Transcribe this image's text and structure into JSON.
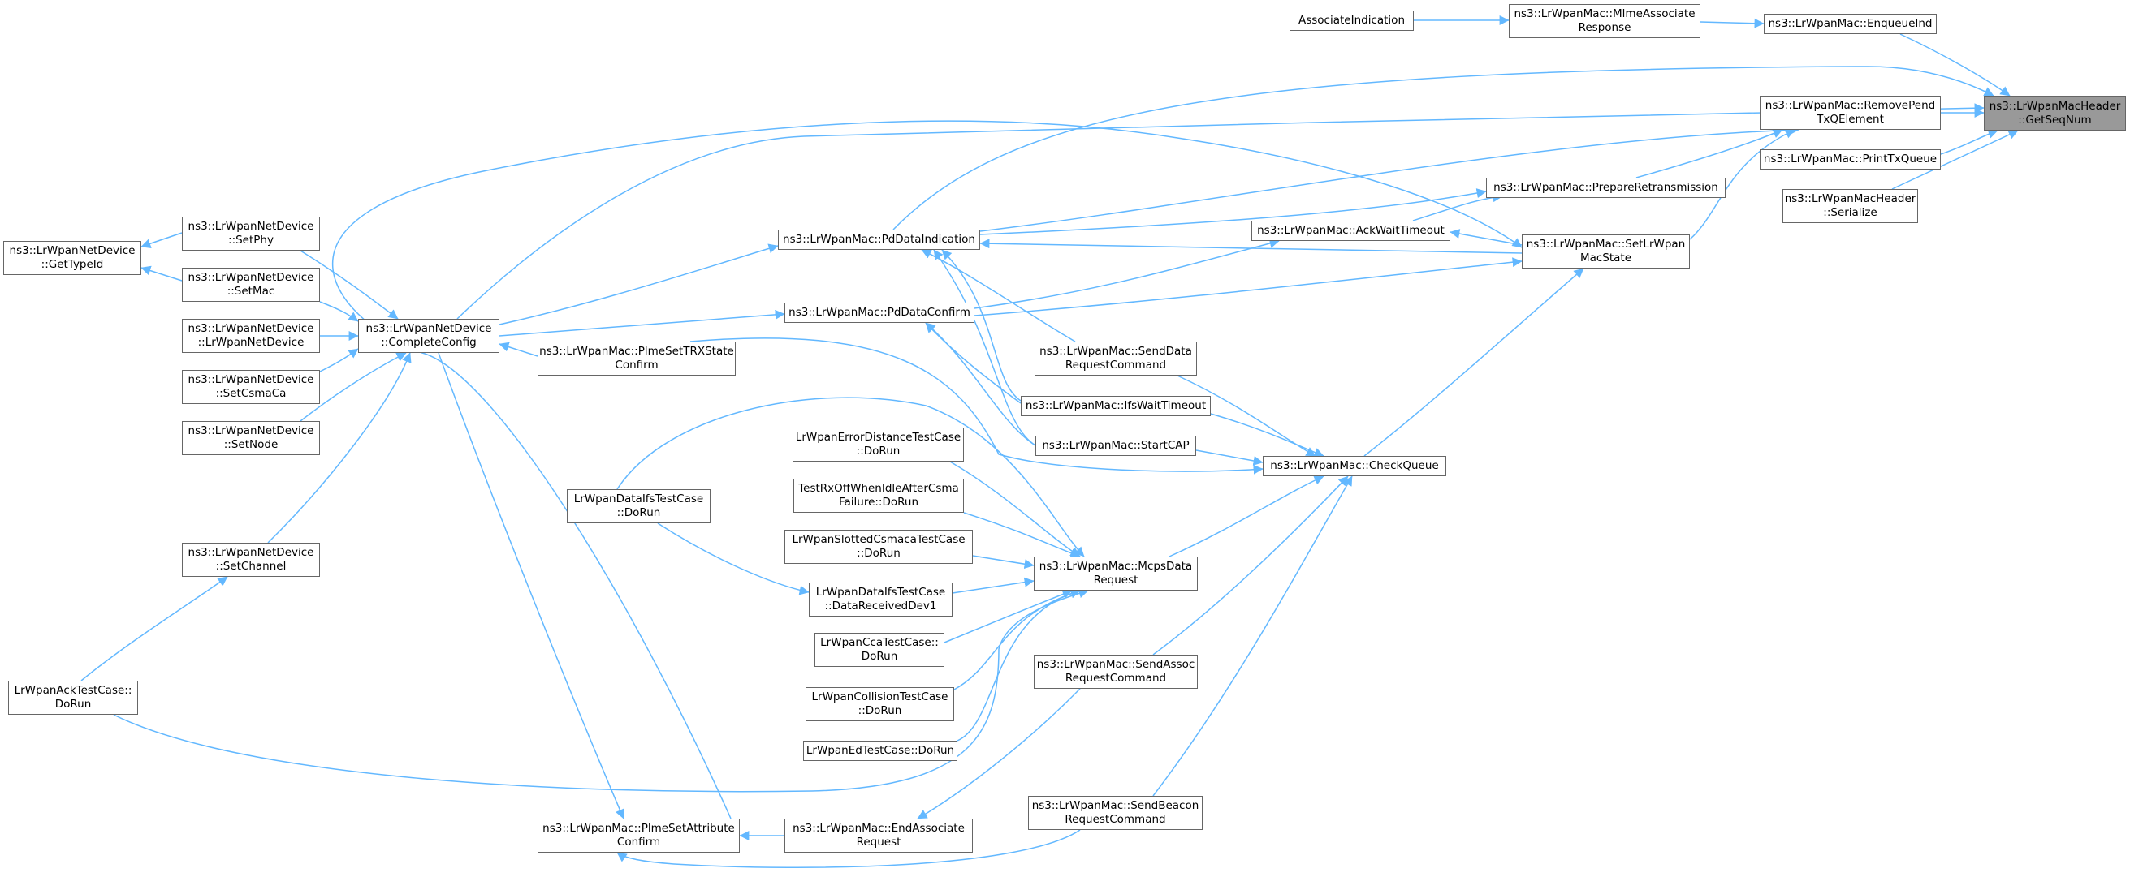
{
  "colors": {
    "edge": "#63b8ff",
    "node_border": "#666666",
    "highlight_fill": "#999999"
  },
  "nodes": {
    "getseqnum": [
      "ns3::LrWpanMacHeader",
      "::GetSeqNum"
    ],
    "associateindication": [
      "AssociateIndication"
    ],
    "mlmeassociateresponse": [
      "ns3::LrWpanMac::MlmeAssociate",
      "Response"
    ],
    "enqueueind": [
      "ns3::LrWpanMac::EnqueueInd"
    ],
    "removependtxq": [
      "ns3::LrWpanMac::RemovePend",
      "TxQElement"
    ],
    "printtxqueue": [
      "ns3::LrWpanMac::PrintTxQueue"
    ],
    "serialize": [
      "ns3::LrWpanMacHeader",
      "::Serialize"
    ],
    "prepareretransmission": [
      "ns3::LrWpanMac::PrepareRetransmission"
    ],
    "ackwaittimeout": [
      "ns3::LrWpanMac::AckWaitTimeout"
    ],
    "setlrwpanmacstate": [
      "ns3::LrWpanMac::SetLrWpan",
      "MacState"
    ],
    "pddataindication": [
      "ns3::LrWpanMac::PdDataIndication"
    ],
    "pddataconfirm": [
      "ns3::LrWpanMac::PdDataConfirm"
    ],
    "plmesettrxstateconfirm": [
      "ns3::LrWpanMac::PlmeSetTRXState",
      "Confirm"
    ],
    "senddatarequestcommand": [
      "ns3::LrWpanMac::SendData",
      "RequestCommand"
    ],
    "ifswaittimeout": [
      "ns3::LrWpanMac::IfsWaitTimeout"
    ],
    "startcap": [
      "ns3::LrWpanMac::StartCAP"
    ],
    "checkqueue": [
      "ns3::LrWpanMac::CheckQueue"
    ],
    "mcpsdatarequest": [
      "ns3::LrWpanMac::McpsData",
      "Request"
    ],
    "sendassocrequestcommand": [
      "ns3::LrWpanMac::SendAssoc",
      "RequestCommand"
    ],
    "sendbeaconrequestcommand": [
      "ns3::LrWpanMac::SendBeacon",
      "RequestCommand"
    ],
    "endassociaterequest": [
      "ns3::LrWpanMac::EndAssociate",
      "Request"
    ],
    "plmesetattributeconfirm": [
      "ns3::LrWpanMac::PlmeSetAttribute",
      "Confirm"
    ],
    "errordistancedorun": [
      "LrWpanErrorDistanceTestCase",
      "::DoRun"
    ],
    "rxoffwhenidledorun": [
      "TestRxOffWhenIdleAfterCsma",
      "Failure::DoRun"
    ],
    "slottedcsmacadorun": [
      "LrWpanSlottedCsmacaTestCase",
      "::DoRun"
    ],
    "datareceiveddev1": [
      "LrWpanDataIfsTestCase",
      "::DataReceivedDev1"
    ],
    "ccatestdorun": [
      "LrWpanCcaTestCase::",
      "DoRun"
    ],
    "collisiontestdorun": [
      "LrWpanCollisionTestCase",
      "::DoRun"
    ],
    "edtestdorun": [
      "LrWpanEdTestCase::DoRun"
    ],
    "dataifsdorun": [
      "LrWpanDataIfsTestCase",
      "::DoRun"
    ],
    "completeconfig": [
      "ns3::LrWpanNetDevice",
      "::CompleteConfig"
    ],
    "setphy": [
      "ns3::LrWpanNetDevice",
      "::SetPhy"
    ],
    "setmac": [
      "ns3::LrWpanNetDevice",
      "::SetMac"
    ],
    "lrwpannetdevice": [
      "ns3::LrWpanNetDevice",
      "::LrWpanNetDevice"
    ],
    "setcsmaca": [
      "ns3::LrWpanNetDevice",
      "::SetCsmaCa"
    ],
    "setnode": [
      "ns3::LrWpanNetDevice",
      "::SetNode"
    ],
    "setchannel": [
      "ns3::LrWpanNetDevice",
      "::SetChannel"
    ],
    "gettypeid": [
      "ns3::LrWpanNetDevice",
      "::GetTypeId"
    ],
    "acktestdorun": [
      "LrWpanAckTestCase::",
      "DoRun"
    ]
  }
}
